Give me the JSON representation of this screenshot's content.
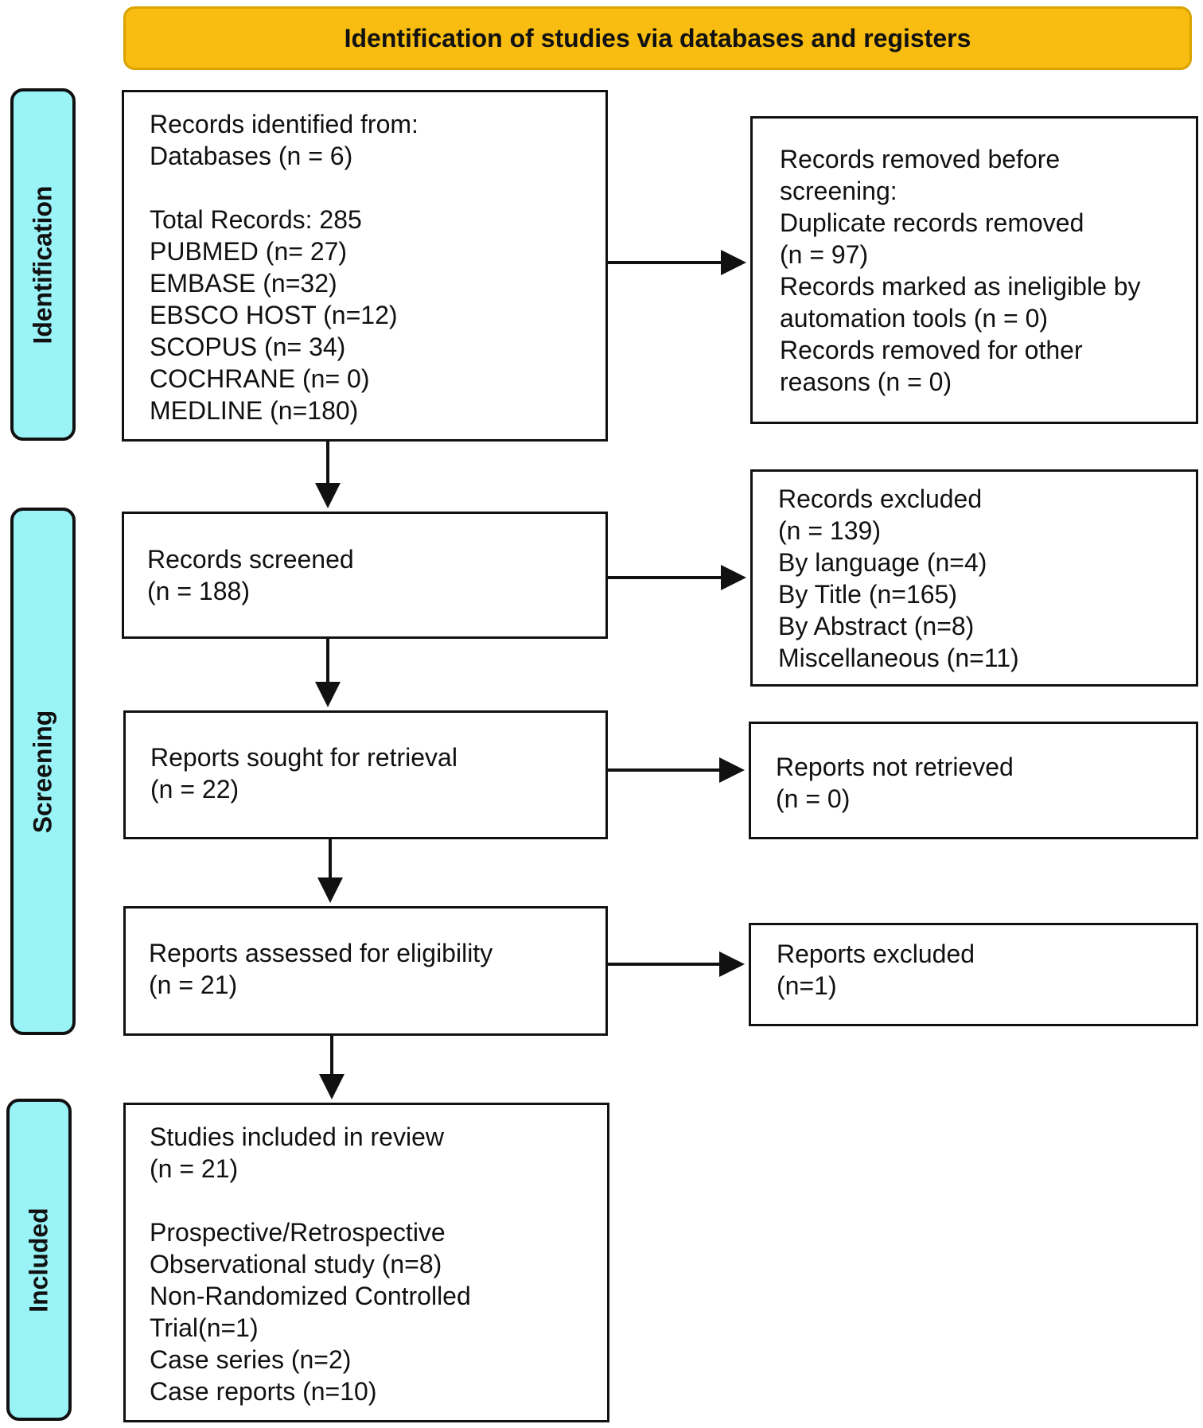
{
  "header": {
    "title": "Identification of studies via databases and registers"
  },
  "phases": {
    "identification": "Identification",
    "screening": "Screening",
    "included": "Included"
  },
  "boxes": {
    "records_identified": [
      "Records identified from:",
      "Databases (n = 6)",
      "",
      "Total Records: 285",
      "PUBMED (n= 27)",
      "EMBASE (n=32)",
      "EBSCO HOST (n=12)",
      "SCOPUS (n= 34)",
      "COCHRANE (n= 0)",
      "MEDLINE (n=180)"
    ],
    "records_removed": [
      "Records removed before",
      "screening:",
      "Duplicate records removed",
      "(n = 97)",
      "Records marked as ineligible by",
      "automation tools (n = 0)",
      "Records removed for other",
      "reasons (n = 0)"
    ],
    "records_screened": [
      "Records screened",
      "(n = 188)"
    ],
    "records_excluded": [
      "Records excluded",
      "(n = 139)",
      "By language (n=4)",
      "By Title (n=165)",
      "By Abstract (n=8)",
      "Miscellaneous (n=11)"
    ],
    "reports_sought": [
      "Reports sought for retrieval",
      "(n = 22)"
    ],
    "reports_not_retrieved": [
      "Reports not retrieved",
      "(n = 0)"
    ],
    "reports_assessed": [
      "Reports assessed for eligibility",
      "(n = 21)"
    ],
    "reports_excluded": [
      "Reports excluded",
      "(n=1)"
    ],
    "studies_included": [
      "Studies included in review",
      "(n = 21)",
      "",
      "Prospective/Retrospective",
      "Observational study (n=8)",
      "Non-Randomized Controlled",
      "Trial(n=1)",
      "Case series (n=2)",
      "Case reports (n=10)"
    ]
  }
}
